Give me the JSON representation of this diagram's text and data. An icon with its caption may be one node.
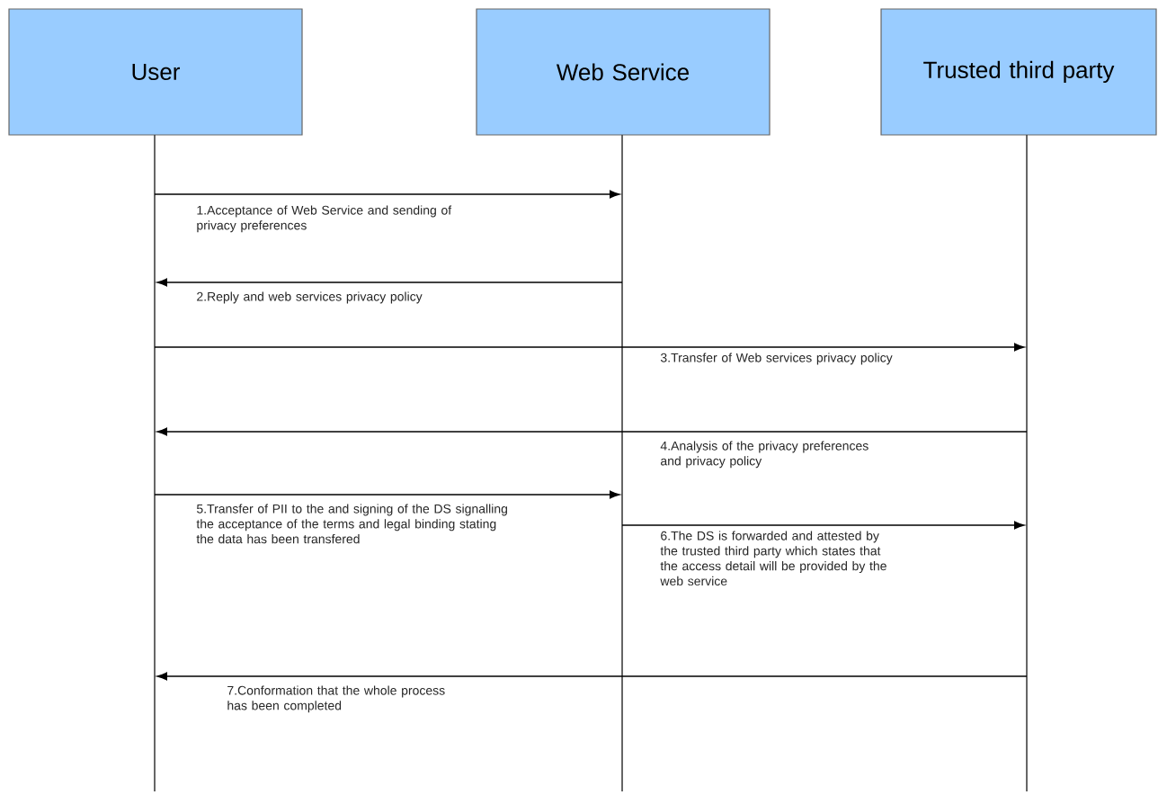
{
  "diagram": {
    "nodes": [
      {
        "text": [
          "User"
        ]
      },
      {
        "text": [
          "Web Service"
        ]
      },
      {
        "text": [
          "Trusted third party"
        ]
      },
      {
        "text": [],
        "shape": "line"
      },
      {
        "text": [],
        "shape": "line"
      },
      {
        "text": [],
        "shape": "line"
      }
    ],
    "edges": [
      {
        "from": 3,
        "to": 4,
        "arrow": "to",
        "label": "1.Acceptance of Web Service and sending of privacy preferences"
      },
      {
        "from": 4,
        "to": 3,
        "arrow": "to",
        "label": "2.Reply and web services privacy policy"
      },
      {
        "from": 3,
        "to": 5,
        "arrow": "to",
        "label": "3.Transfer of Web services privacy policy"
      },
      {
        "from": 5,
        "to": 3,
        "arrow": "to",
        "label": "4.Analysis of the privacy preferences and privacy policy"
      },
      {
        "from": 3,
        "to": 4,
        "arrow": "to",
        "label": "5.Transfer of PII to the  and signing of the DS signalling the acceptance of the terms and legal binding stating the data has been transfered"
      },
      {
        "from": 4,
        "to": 5,
        "arrow": "to",
        "label": "6.The DS is forwarded and attested by the trusted third party which states that the access detail will be provided by the web service"
      },
      {
        "from": 5,
        "to": 3,
        "arrow": "to",
        "label": "7.Conformation that the whole process has been completed"
      }
    ]
  }
}
